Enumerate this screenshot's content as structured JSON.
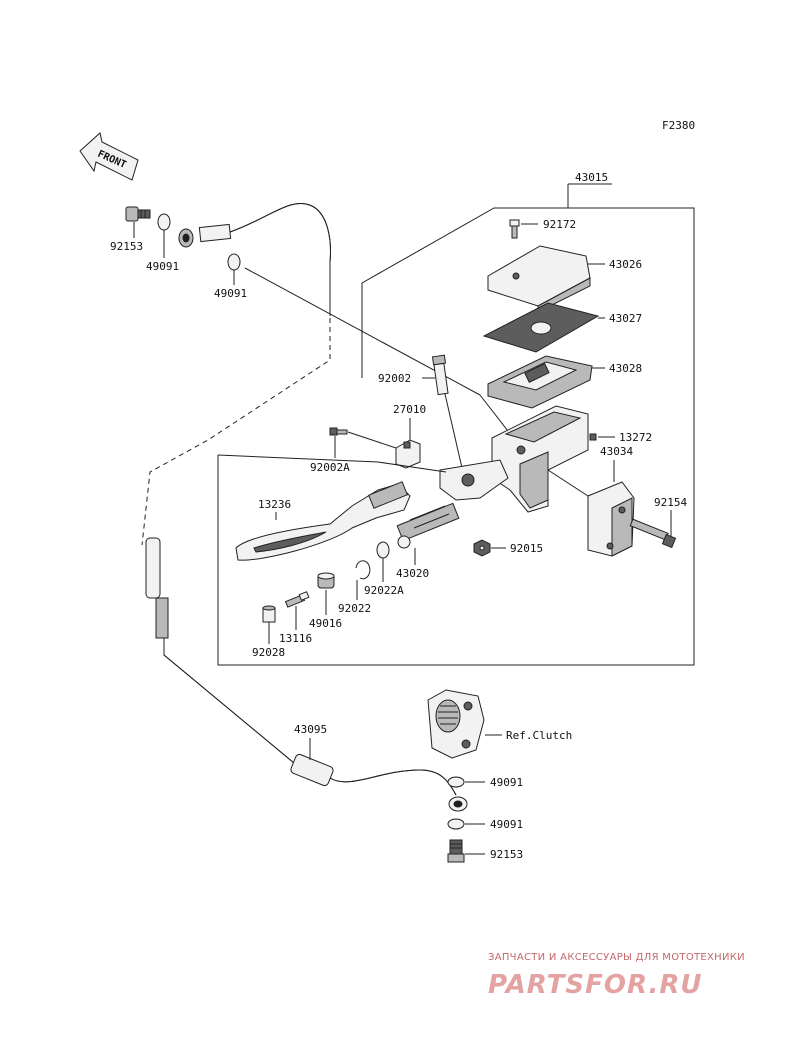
{
  "figure_code": "F2380",
  "front_label": "FRONT",
  "assembly_label": "43015",
  "part_labels": {
    "p92153_top": "92153",
    "p49091_top_a": "49091",
    "p49091_top_b": "49091",
    "p92172": "92172",
    "p43026": "43026",
    "p43027": "43027",
    "p43028": "43028",
    "p92002": "92002",
    "p27010": "27010",
    "p13272": "13272",
    "p43034": "43034",
    "p92002A": "92002A",
    "p13236": "13236",
    "p92154": "92154",
    "p92015": "92015",
    "p43020": "43020",
    "p92022A": "92022A",
    "p92022": "92022",
    "p49016": "49016",
    "p13116": "13116",
    "p92028": "92028",
    "p43095": "43095",
    "ref_clutch": "Ref.Clutch",
    "p49091_bot_a": "49091",
    "p49091_bot_b": "49091",
    "p92153_bot": "92153"
  },
  "watermark": {
    "subtitle": "ЗАПЧАСТИ И АКСЕССУАРЫ ДЛЯ МОТОТЕХНИКИ",
    "brand": "PARTSFOR.RU"
  }
}
